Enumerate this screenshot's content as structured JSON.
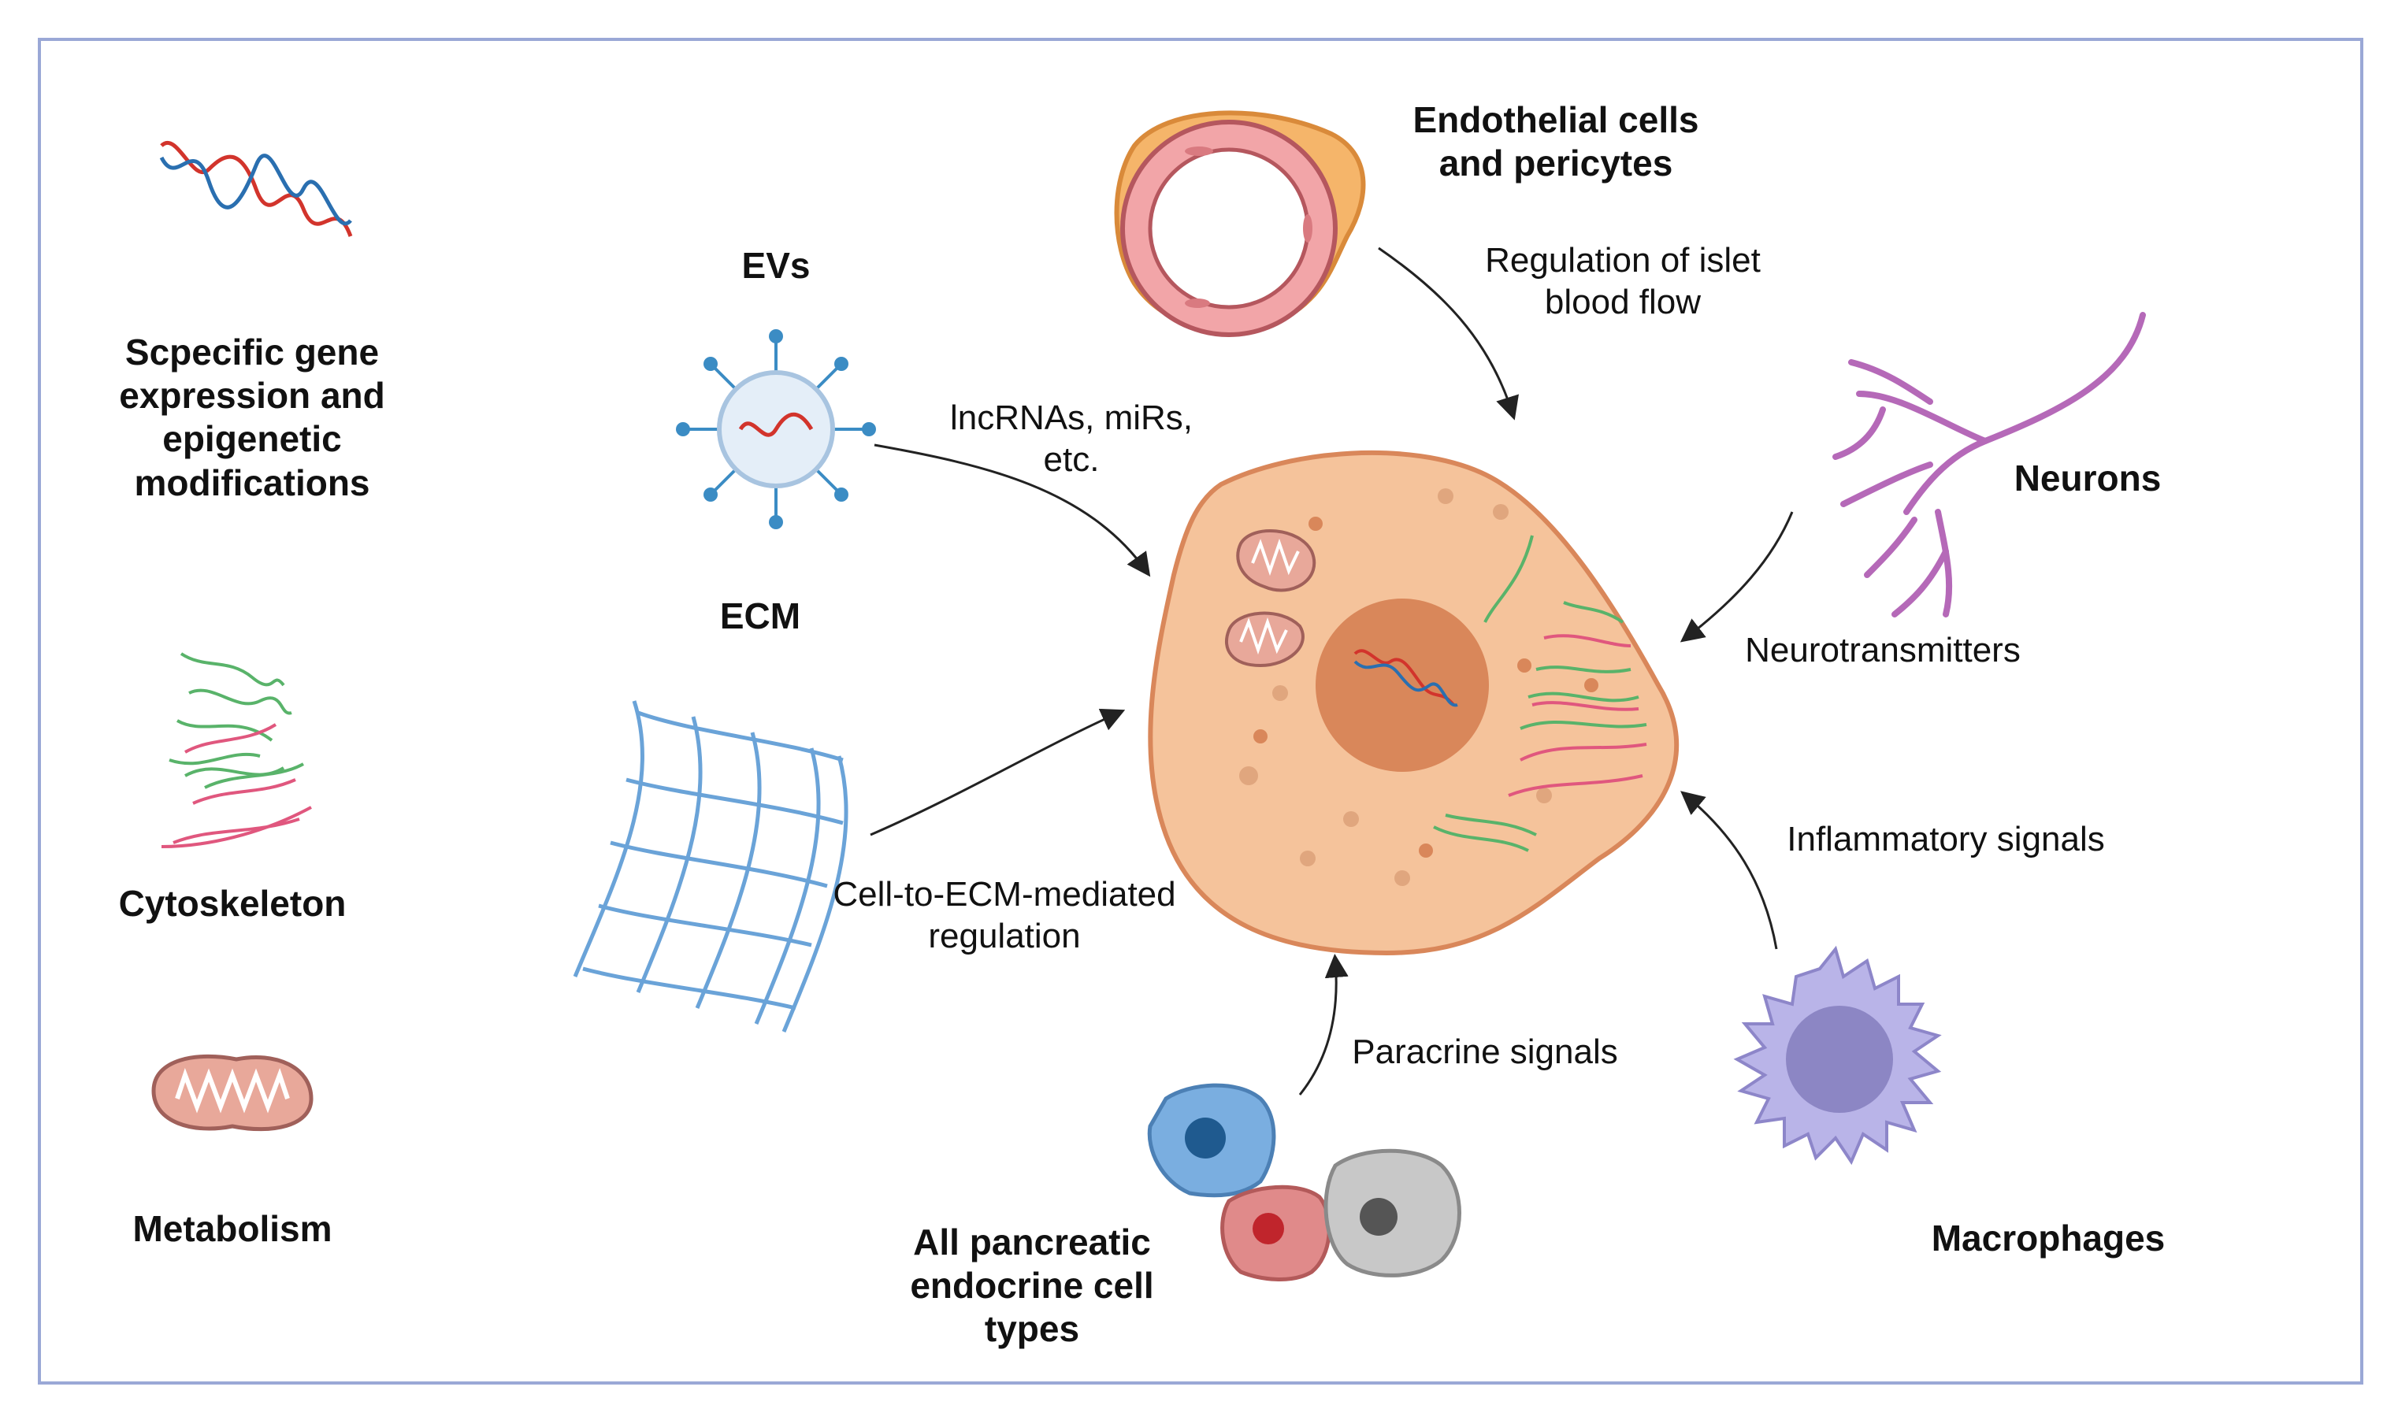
{
  "left_column": {
    "gene_expression": [
      "Scpecific gene",
      "expression and",
      "epigenetic",
      "modifications"
    ],
    "cytoskeleton": "Cytoskeleton",
    "metabolism": "Metabolism"
  },
  "sources": {
    "evs": {
      "title": "EVs",
      "signal": [
        "lncRNAs, miRs,",
        "etc."
      ]
    },
    "ecm": {
      "title": "ECM",
      "signal": [
        "Cell-to-ECM-mediated",
        "regulation"
      ]
    },
    "endothelial": {
      "title": [
        "Endothelial cells",
        "and pericytes"
      ],
      "signal": [
        "Regulation of islet",
        "blood flow"
      ]
    },
    "neurons": {
      "title": "Neurons",
      "signal": "Neurotransmitters"
    },
    "macrophages": {
      "title": "Macrophages",
      "signal": "Inflammatory signals"
    },
    "endocrine": {
      "title": [
        "All pancreatic",
        "endocrine cell",
        "types"
      ],
      "signal": "Paracrine signals"
    }
  },
  "colors": {
    "frame": "#9aa8d6",
    "cell_fill": "#f5c39b",
    "cell_stroke": "#d9875a",
    "nucleus": "#d9875a",
    "dna_red": "#d2342c",
    "dna_blue": "#2a6fb0",
    "ecm_blue": "#6aa3d8",
    "neuron_purple": "#b569b8",
    "macrophage": "#b9b4e8",
    "vessel_orange": "#f5b56a",
    "vessel_pink": "#f2a5a8",
    "cyto_green": "#59b36a",
    "cyto_pink": "#e0577e"
  },
  "icons": [
    "dna-helix-icon",
    "cytoskeleton-fibers-icon",
    "mitochondrion-icon",
    "extracellular-vesicle-icon",
    "ecm-mesh-icon",
    "blood-vessel-icon",
    "neuron-icon",
    "macrophage-icon",
    "endocrine-cells-icon",
    "target-cell-icon"
  ]
}
